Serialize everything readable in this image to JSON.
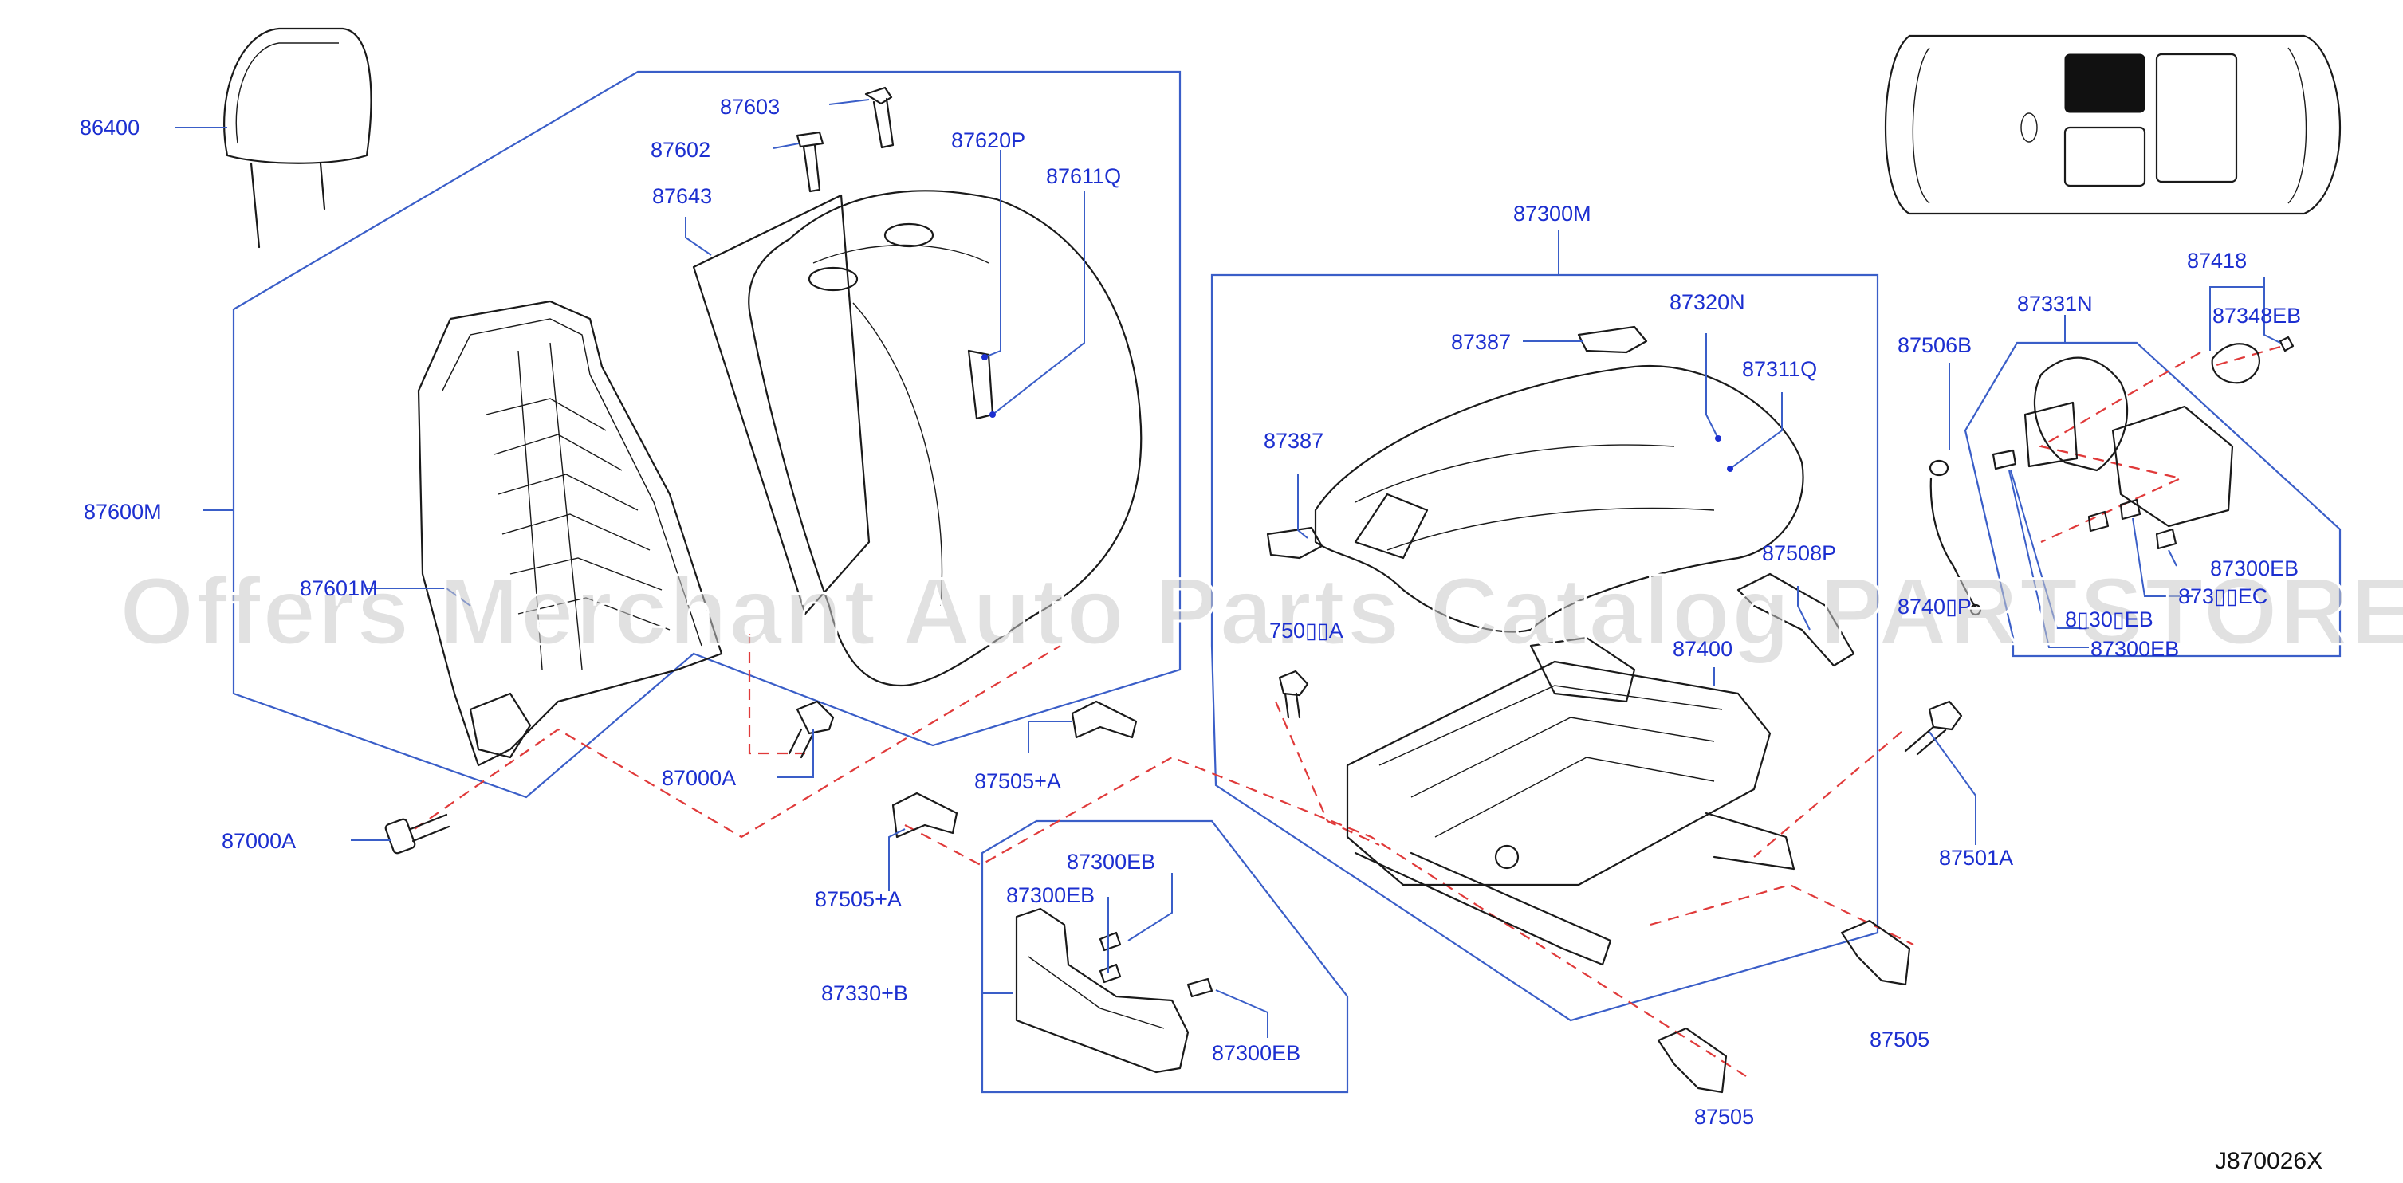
{
  "diagram_code": "J870026X",
  "watermark": "Offers Merchant Auto Parts Catalog PARTSTORE.SA",
  "colors": {
    "label": "#1c2fd0",
    "group_line": "#3a5ec8",
    "dashed_line": "#e03a3a",
    "part_outline": "#1a1a1a",
    "highlight": "#111111"
  },
  "labels": {
    "l86400": "86400",
    "l87603": "87603",
    "l87602": "87602",
    "l87620P": "87620P",
    "l87611Q": "87611Q",
    "l87643": "87643",
    "l87600M": "87600M",
    "l87601M": "87601M",
    "l87000A_mid": "87000A",
    "l87000A_left": "87000A",
    "l87505A_top": "87505+A",
    "l87505A_bot": "87505+A",
    "l87300M": "87300M",
    "l87387_top": "87387",
    "l87387_left": "87387",
    "l87320N": "87320N",
    "l87311Q": "87311Q",
    "l87506B": "87506B",
    "l87331N": "87331N",
    "l87418": "87418",
    "l87348EB": "87348EB",
    "l87508P": "87508P",
    "l8740P": "8740▯P",
    "l87400": "87400",
    "l750A": "750▯▯A",
    "l87300EB_r1": "87300EB",
    "l87300EC_r": "873▯▯EC",
    "l87300EB_r2": "8▯30▯EB",
    "l87300EB_r3": "87300EB",
    "l87300EB_c1": "87300EB",
    "l87300EB_c2": "87300EB",
    "l87330B": "87330+B",
    "l87300EB_c3": "87300EB",
    "l87501A": "87501A",
    "l87505_right": "87505",
    "l87505_bottom": "87505"
  }
}
